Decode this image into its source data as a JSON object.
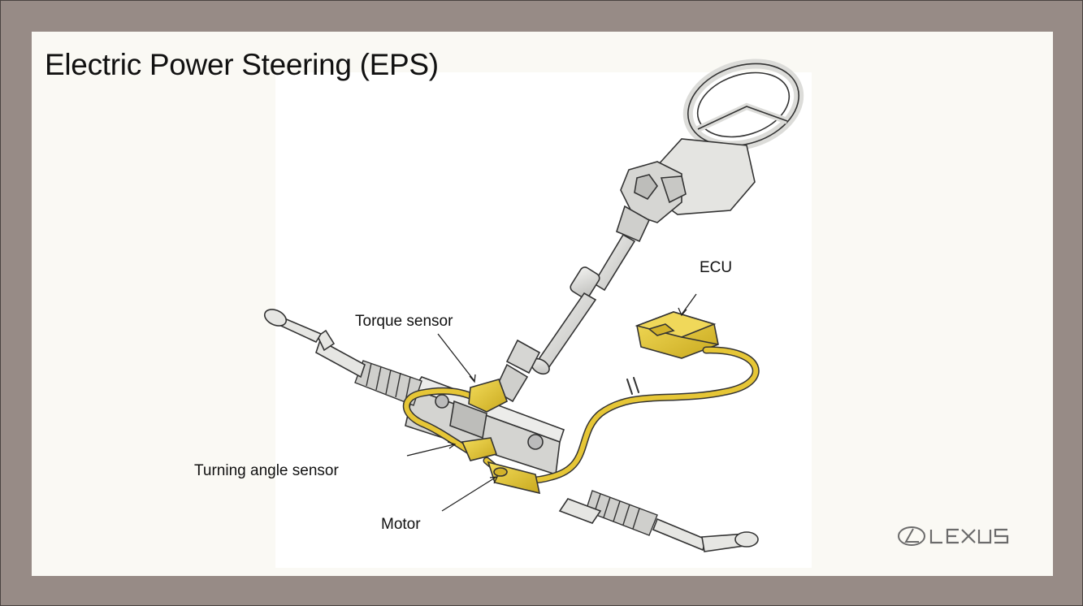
{
  "slide": {
    "title": "Electric Power Steering (EPS)"
  },
  "callouts": {
    "ecu": "ECU",
    "torque_sensor": "Torque sensor",
    "turning_angle_sensor": "Turning angle sensor",
    "motor": "Motor"
  },
  "logo": {
    "brand": "LEXUS"
  },
  "colors": {
    "frame": "#978b86",
    "slide_bg": "#faf9f4",
    "highlight_yellow": "#e6c636",
    "part_grey": "#d9d9d6",
    "outline": "#333333"
  }
}
